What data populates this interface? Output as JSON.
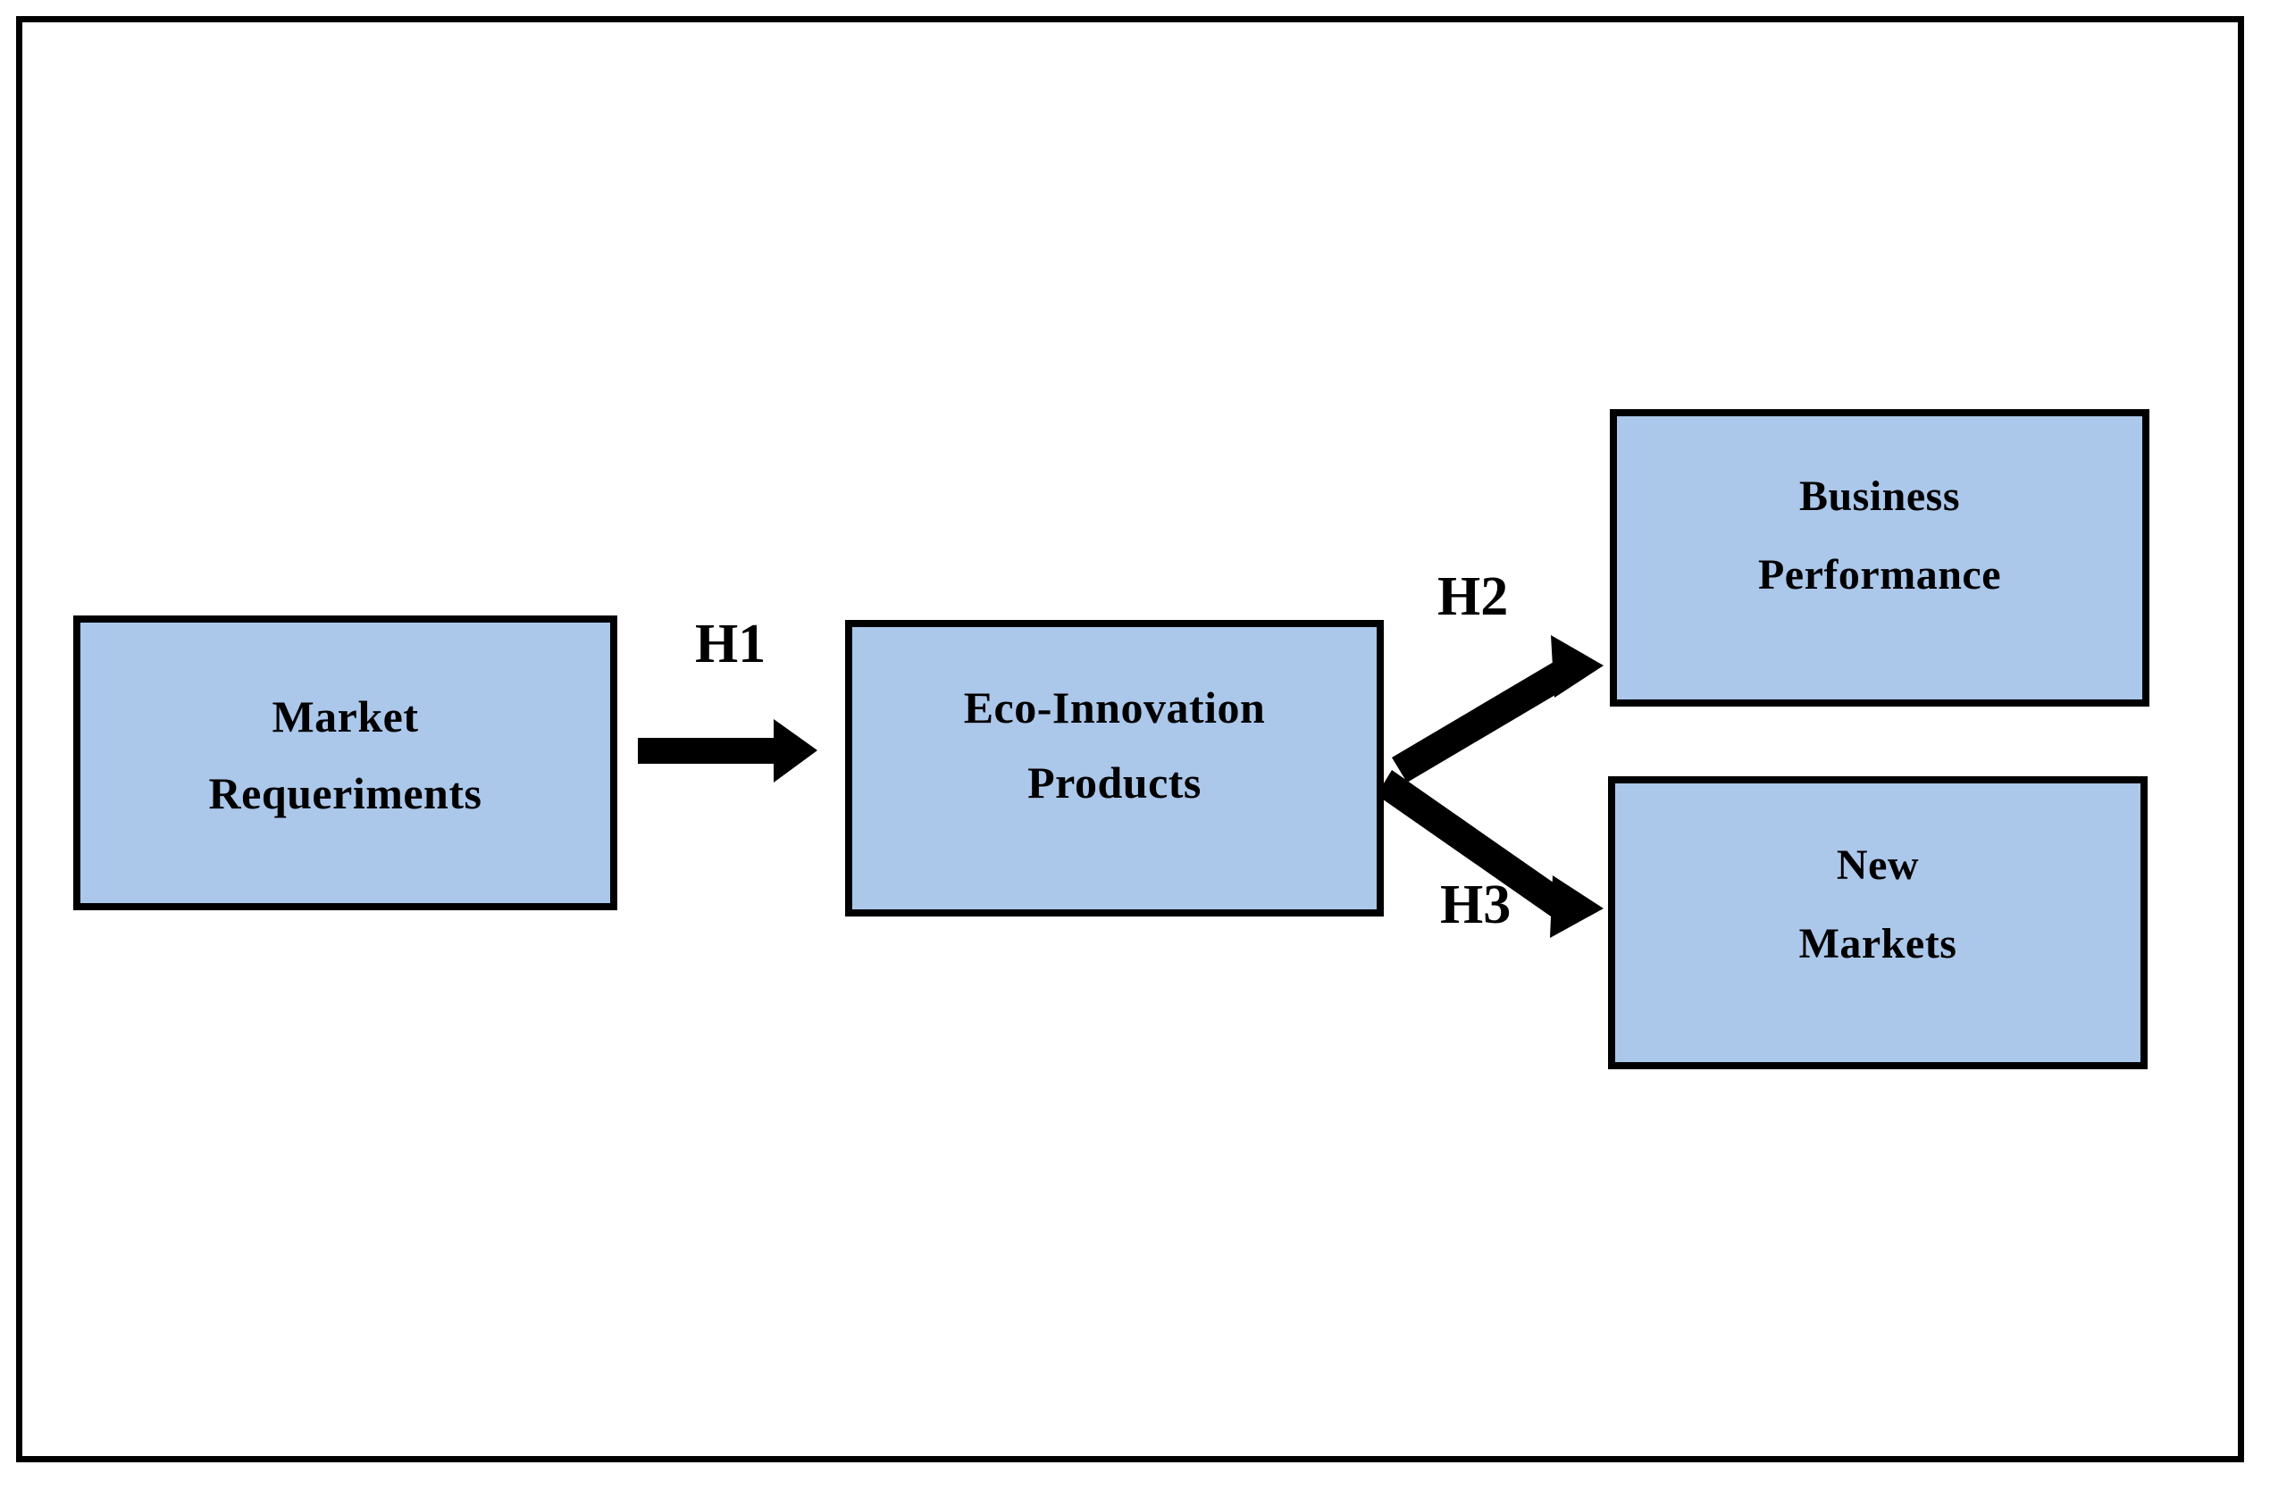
{
  "figure": {
    "type": "conceptual-research-model",
    "frame_border_color": "#000000",
    "background_color": "#ffffff",
    "node_fill_color": "#abc7ea",
    "node_border_color": "#000000",
    "text_color": "#000000"
  },
  "nodes": [
    {
      "id": "market-requeriments",
      "lines": [
        "Market",
        "Requeriments"
      ],
      "line1": "Market",
      "line2": "Requeriments"
    },
    {
      "id": "eco-innovation-products",
      "lines": [
        "Eco-Innovation",
        "Products"
      ],
      "line1": "Eco-Innovation",
      "line2": "Products"
    },
    {
      "id": "business-performance",
      "lines": [
        "Business",
        "Performance"
      ],
      "line1": "Business",
      "line2": "Performance"
    },
    {
      "id": "new-markets",
      "lines": [
        "New",
        "Markets"
      ],
      "line1": "New",
      "line2": "Markets"
    }
  ],
  "edges": [
    {
      "id": "h1",
      "label": "H1",
      "from": "market-requeriments",
      "to": "eco-innovation-products",
      "style": "solid-arrow",
      "direction": "horizontal-right"
    },
    {
      "id": "h2",
      "label": "H2",
      "from": "eco-innovation-products",
      "to": "business-performance",
      "style": "solid-arrow",
      "direction": "diagonal-up-right"
    },
    {
      "id": "h3",
      "label": "H3",
      "from": "eco-innovation-products",
      "to": "new-markets",
      "style": "solid-arrow",
      "direction": "diagonal-down-right"
    }
  ]
}
